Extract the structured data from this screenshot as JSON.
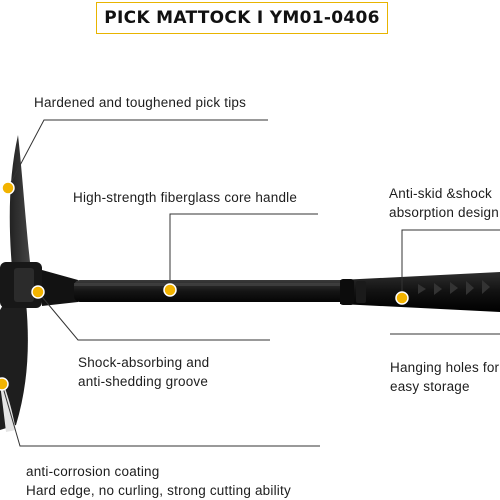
{
  "title": "PICK MATTOCK I YM01-0406",
  "features": {
    "pick_tips": "Hardened and toughened pick tips",
    "fiberglass_handle": "High-strength fiberglass core handle",
    "anti_skid_line1": "Anti-skid &shock",
    "anti_skid_line2": "absorption design",
    "groove_line1": "Shock-absorbing and",
    "groove_line2": "anti-shedding groove",
    "hanging_line1": "Hanging holes for",
    "hanging_line2": "easy storage",
    "coating_line1": "anti-corrosion coating",
    "coating_line2": "Hard edge, no curling, strong cutting ability"
  },
  "colors": {
    "accent": "#f2b300",
    "tool": "#1c1c1c",
    "leader": "#333333"
  }
}
